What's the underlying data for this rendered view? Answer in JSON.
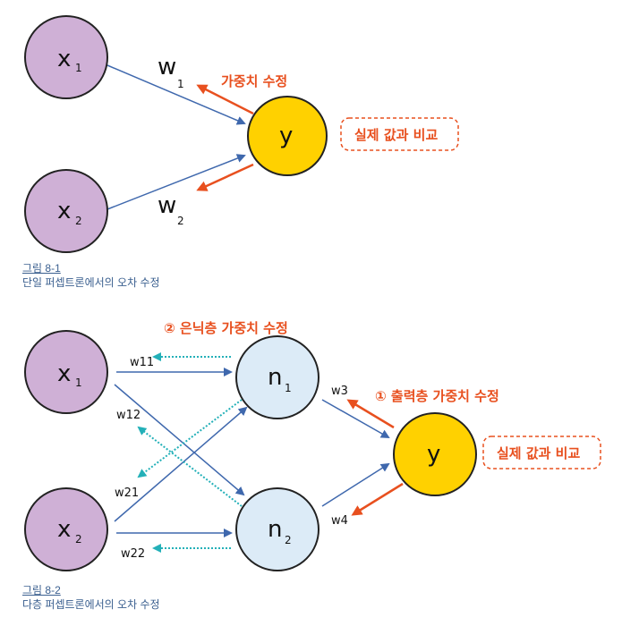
{
  "figure1": {
    "nodes": {
      "x1": "x",
      "x1_sub": "1",
      "x2": "x",
      "x2_sub": "2",
      "y": "y"
    },
    "weights": {
      "w1": "w",
      "w1_sub": "1",
      "w2": "w",
      "w2_sub": "2"
    },
    "annotation": "가중치 수정",
    "compare": "실제 값과 비교",
    "caption_title": "그림 8-1",
    "caption_desc": "단일 퍼셉트론에서의 오차 수정"
  },
  "figure2": {
    "nodes": {
      "x1": "x",
      "x1_sub": "1",
      "x2": "x",
      "x2_sub": "2",
      "n1": "n",
      "n1_sub": "1",
      "n2": "n",
      "n2_sub": "2",
      "y": "y"
    },
    "weights": {
      "w11": "w11",
      "w12": "w12",
      "w21": "w21",
      "w22": "w22",
      "w3": "w3",
      "w4": "w4"
    },
    "annotation_hidden": "② 은닉층 가중치 수정",
    "annotation_output": "① 출력층 가중치 수정",
    "compare": "실제 값과 비교",
    "caption_title": "그림 8-2",
    "caption_desc": "다층 퍼셉트론에서의 오차 수정"
  },
  "colors": {
    "input_node": "#cfb0d6",
    "hidden_node": "#dcebf7",
    "output_node": "#ffd100",
    "forward_arrow": "#3f68ad",
    "backprop_arrow": "#e8501f",
    "hidden_backprop": "#23b0b8"
  }
}
